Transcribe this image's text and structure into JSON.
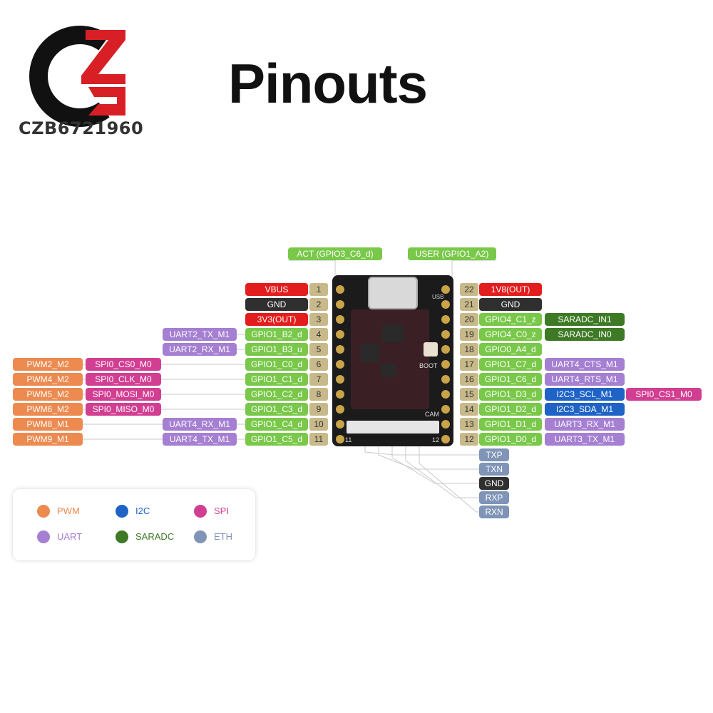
{
  "brand": {
    "logo_text": "CZB6721960"
  },
  "page_title": "Pinouts",
  "colors": {
    "pwm": "#ec8a50",
    "i2c": "#1f63c6",
    "spi": "#d23e92",
    "uart": "#a47fd2",
    "saradc": "#3e7a26",
    "eth": "#7f94b6",
    "gpio": "#79c84a",
    "power": "#e31d1d",
    "gnd": "#2f2f2f",
    "pin_number": "#c8b98a"
  },
  "top_labels": [
    {
      "id": "act",
      "text": "ACT (GPIO3_C6_d)"
    },
    {
      "id": "user",
      "text": "USER (GPIO1_A2)"
    }
  ],
  "left_pins": [
    {
      "num": "1",
      "name": "VBUS",
      "kind": "power",
      "extra": []
    },
    {
      "num": "2",
      "name": "GND",
      "kind": "gnd",
      "extra": []
    },
    {
      "num": "3",
      "name": "3V3(OUT)",
      "kind": "power",
      "extra": []
    },
    {
      "num": "4",
      "name": "GPIO1_B2_d",
      "kind": "gpio",
      "extra": [
        {
          "text": "UART2_TX_M1",
          "kind": "uart"
        }
      ]
    },
    {
      "num": "5",
      "name": "GPIO1_B3_u",
      "kind": "gpio",
      "extra": [
        {
          "text": "UART2_RX_M1",
          "kind": "uart"
        }
      ]
    },
    {
      "num": "6",
      "name": "GPIO1_C0_d",
      "kind": "gpio",
      "extra": [
        {
          "text": "SPI0_CS0_M0",
          "kind": "spi"
        },
        {
          "text": "PWM2_M2",
          "kind": "pwm"
        }
      ]
    },
    {
      "num": "7",
      "name": "GPIO1_C1_d",
      "kind": "gpio",
      "extra": [
        {
          "text": "SPI0_CLK_M0",
          "kind": "spi"
        },
        {
          "text": "PWM4_M2",
          "kind": "pwm"
        }
      ]
    },
    {
      "num": "8",
      "name": "GPIO1_C2_d",
      "kind": "gpio",
      "extra": [
        {
          "text": "SPI0_MOSI_M0",
          "kind": "spi"
        },
        {
          "text": "PWM5_M2",
          "kind": "pwm"
        }
      ]
    },
    {
      "num": "9",
      "name": "GPIO1_C3_d",
      "kind": "gpio",
      "extra": [
        {
          "text": "SPI0_MISO_M0",
          "kind": "spi"
        },
        {
          "text": "PWM6_M2",
          "kind": "pwm"
        }
      ]
    },
    {
      "num": "10",
      "name": "GPIO1_C4_d",
      "kind": "gpio",
      "extra": [
        {
          "text": "UART4_RX_M1",
          "kind": "uart"
        },
        {
          "text": "PWM8_M1",
          "kind": "pwm"
        }
      ]
    },
    {
      "num": "11",
      "name": "GPIO1_C5_d",
      "kind": "gpio",
      "extra": [
        {
          "text": "UART4_TX_M1",
          "kind": "uart"
        },
        {
          "text": "PWM9_M1",
          "kind": "pwm"
        }
      ]
    }
  ],
  "right_pins": [
    {
      "num": "22",
      "name": "1V8(OUT)",
      "kind": "power",
      "extra": []
    },
    {
      "num": "21",
      "name": "GND",
      "kind": "gnd",
      "extra": []
    },
    {
      "num": "20",
      "name": "GPIO4_C1_z",
      "kind": "gpio",
      "extra": [
        {
          "text": "SARADC_IN1",
          "kind": "saradc"
        }
      ]
    },
    {
      "num": "19",
      "name": "GPIO4_C0_z",
      "kind": "gpio",
      "extra": [
        {
          "text": "SARADC_IN0",
          "kind": "saradc"
        }
      ]
    },
    {
      "num": "18",
      "name": "GPIO0_A4_d",
      "kind": "gpio",
      "extra": []
    },
    {
      "num": "17",
      "name": "GPIO1_C7_d",
      "kind": "gpio",
      "extra": [
        {
          "text": "UART4_CTS_M1",
          "kind": "uart"
        }
      ]
    },
    {
      "num": "16",
      "name": "GPIO1_C6_d",
      "kind": "gpio",
      "extra": [
        {
          "text": "UART4_RTS_M1",
          "kind": "uart"
        }
      ]
    },
    {
      "num": "15",
      "name": "GPIO1_D3_d",
      "kind": "gpio",
      "extra": [
        {
          "text": "I2C3_SCL_M1",
          "kind": "i2c"
        },
        {
          "text": "SPI0_CS1_M0",
          "kind": "spi"
        }
      ]
    },
    {
      "num": "14",
      "name": "GPIO1_D2_d",
      "kind": "gpio",
      "extra": [
        {
          "text": "I2C3_SDA_M1",
          "kind": "i2c"
        }
      ]
    },
    {
      "num": "13",
      "name": "GPIO1_D1_d",
      "kind": "gpio",
      "extra": [
        {
          "text": "UART3_RX_M1",
          "kind": "uart"
        }
      ]
    },
    {
      "num": "12",
      "name": "GPIO1_D0_d",
      "kind": "gpio",
      "extra": [
        {
          "text": "UART3_TX_M1",
          "kind": "uart"
        }
      ]
    }
  ],
  "eth_pins": [
    {
      "text": "TXP",
      "kind": "eth"
    },
    {
      "text": "TXN",
      "kind": "eth"
    },
    {
      "text": "GND",
      "kind": "gnd"
    },
    {
      "text": "RXP",
      "kind": "eth"
    },
    {
      "text": "RXN",
      "kind": "eth"
    }
  ],
  "board_labels": {
    "boot": "BOOT",
    "cam": "CAM",
    "usb": "USB",
    "pin11": "11",
    "pin12": "12"
  },
  "legend": [
    {
      "label": "PWM",
      "kind": "pwm"
    },
    {
      "label": "I2C",
      "kind": "i2c"
    },
    {
      "label": "SPI",
      "kind": "spi"
    },
    {
      "label": "UART",
      "kind": "uart"
    },
    {
      "label": "SARADC",
      "kind": "saradc"
    },
    {
      "label": "ETH",
      "kind": "eth"
    }
  ]
}
